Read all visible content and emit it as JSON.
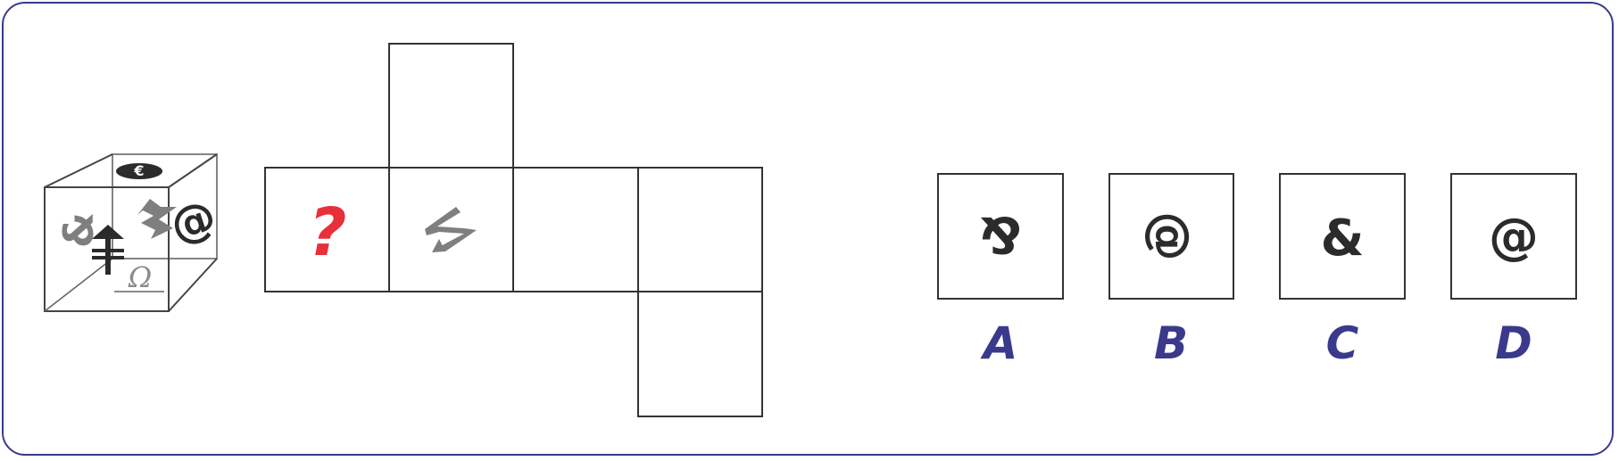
{
  "puzzle": {
    "net_question_mark": "?",
    "colors": {
      "frame": "#3a3a8c",
      "question": "#e8303a",
      "gray_symbol": "#7f7f7f",
      "dark_symbol": "#2b2b2b",
      "label": "#3a3a8c"
    }
  },
  "options": [
    {
      "label": "A",
      "symbol": "&"
    },
    {
      "label": "B",
      "symbol": "@"
    },
    {
      "label": "C",
      "symbol": "&"
    },
    {
      "label": "D",
      "symbol": "@"
    }
  ]
}
